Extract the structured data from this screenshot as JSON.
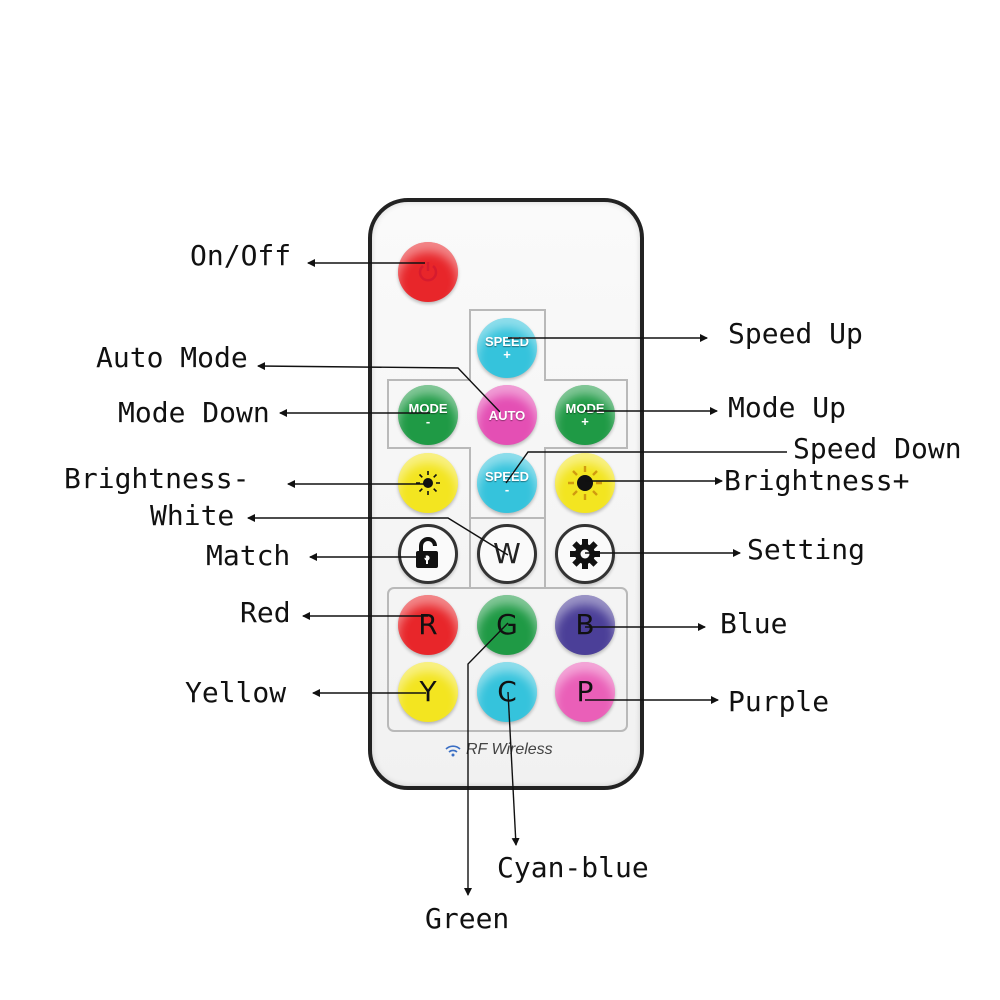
{
  "remote": {
    "footer_text": "RF Wireless",
    "buttons": {
      "on_off": {
        "icon": "power-icon",
        "color": "#e8262a"
      },
      "speed_up": {
        "text": "SPEED",
        "sign": "+",
        "color": "#35c3dc"
      },
      "mode_down": {
        "text": "MODE",
        "sign": "-",
        "color": "#1f9a45"
      },
      "auto": {
        "text": "AUTO",
        "color": "#e44fb4"
      },
      "mode_up": {
        "text": "MODE",
        "sign": "+",
        "color": "#1f9a45"
      },
      "brightness_down": {
        "icon": "sun-small-icon",
        "color": "#f3e520"
      },
      "speed_down": {
        "text": "SPEED",
        "sign": "-",
        "color": "#35c3dc"
      },
      "brightness_up": {
        "icon": "sun-large-icon",
        "color": "#f3e520"
      },
      "match": {
        "icon": "lock-icon"
      },
      "white": {
        "text": "W"
      },
      "setting": {
        "icon": "gear-icon"
      },
      "red": {
        "text": "R",
        "color": "#e8262a"
      },
      "green": {
        "text": "G",
        "color": "#1f9a45"
      },
      "blue": {
        "text": "B",
        "color": "#4b3f98"
      },
      "yellow": {
        "text": "Y",
        "color": "#f3e520"
      },
      "cyan": {
        "text": "C",
        "color": "#35c3dc"
      },
      "purple": {
        "text": "P",
        "color": "#ea5fb8"
      }
    }
  },
  "labels": {
    "on_off": "On/Off",
    "speed_up": "Speed Up",
    "auto_mode": "Auto Mode",
    "mode_down": "Mode Down",
    "mode_up": "Mode Up",
    "speed_down": "Speed Down",
    "brightness_down": "Brightness-",
    "brightness_up": "Brightness+",
    "white": "White",
    "match": "Match",
    "setting": "Setting",
    "red": "Red",
    "blue": "Blue",
    "yellow": "Yellow",
    "purple": "Purple",
    "cyan_blue": "Cyan-blue",
    "green": "Green"
  }
}
